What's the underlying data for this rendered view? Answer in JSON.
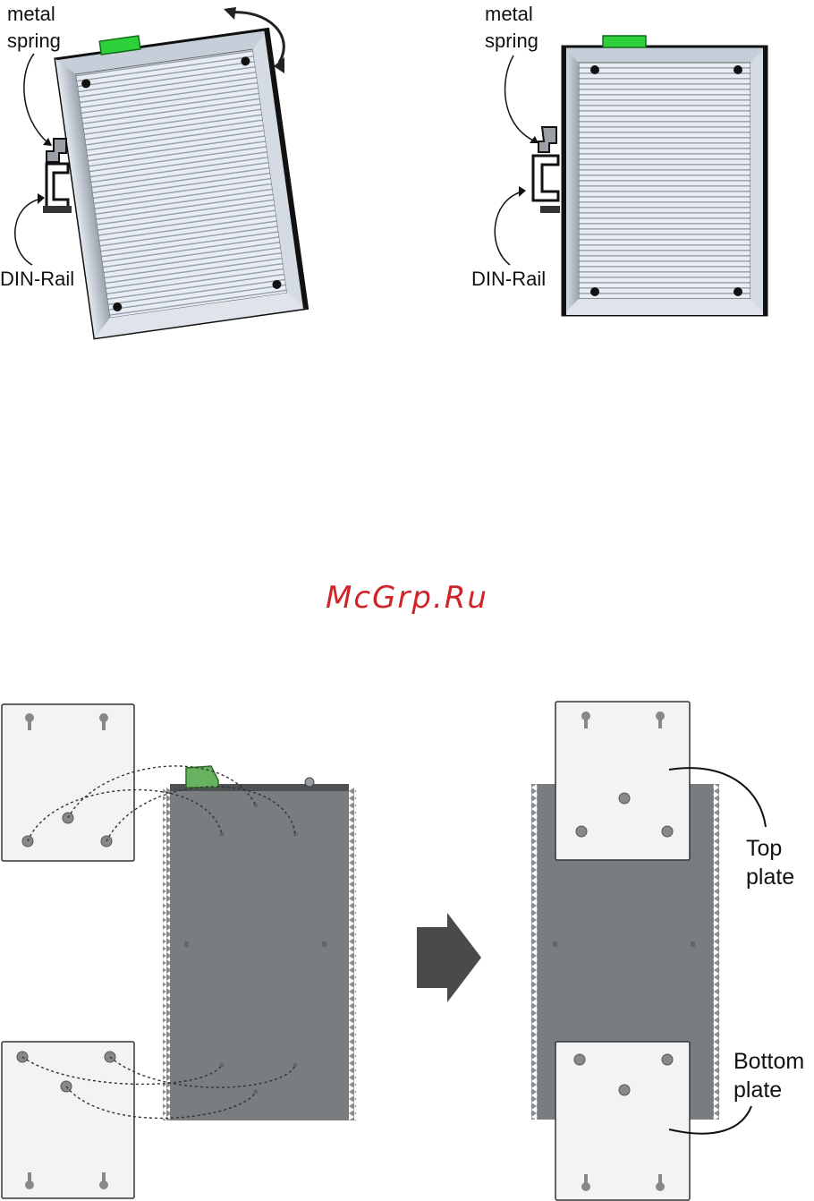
{
  "diagram1": {
    "left": {
      "spring_line1": "metal",
      "spring_line2": "spring",
      "rail_label": "DIN-Rail"
    },
    "right": {
      "spring_line1": "metal",
      "spring_line2": "spring",
      "rail_label": "DIN-Rail"
    }
  },
  "watermark": "McGrp.Ru",
  "diagram2": {
    "top_plate_line1": "Top",
    "top_plate_line2": "plate",
    "bottom_plate_line1": "Bottom",
    "bottom_plate_line2": "plate"
  },
  "colors": {
    "connector_green": "#2fd13a",
    "device_gray": "#7a7d80",
    "plate_fill": "#f2f3f4",
    "watermark_red": "#d0242a",
    "arrow_gray": "#4a4a4a"
  }
}
